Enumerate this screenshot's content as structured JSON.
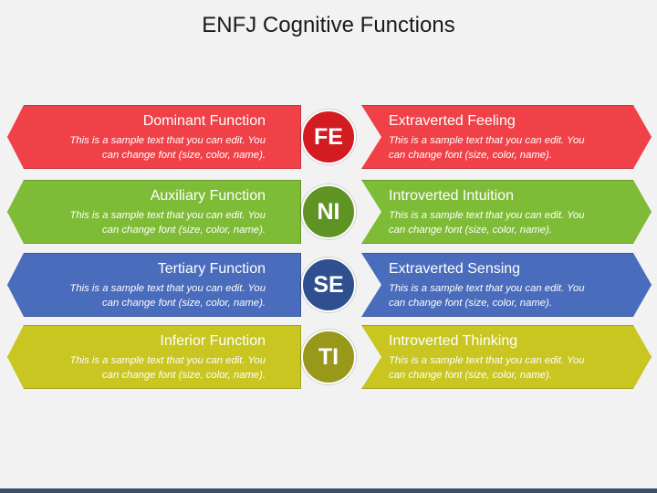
{
  "title": "ENFJ Cognitive Functions",
  "rows": [
    {
      "code": "FE",
      "left_heading": "Dominant Function",
      "right_heading": "Extraverted Feeling",
      "body_line1": "This is a sample text that you can edit. You",
      "body_line2": "can change font (size, color, name).",
      "banner_color": "#f04149",
      "circle_color": "#d31c22"
    },
    {
      "code": "NI",
      "left_heading": "Auxiliary Function",
      "right_heading": "Introverted Intuition",
      "body_line1": "This is a sample text that you can edit. You",
      "body_line2": "can change font (size, color, name).",
      "banner_color": "#7ebc38",
      "circle_color": "#5f9424"
    },
    {
      "code": "SE",
      "left_heading": "Tertiary Function",
      "right_heading": "Extraverted Sensing",
      "body_line1": "This is a sample text that you can edit. You",
      "body_line2": "can change font (size, color, name).",
      "banner_color": "#4a6cbc",
      "circle_color": "#2f4f8e"
    },
    {
      "code": "TI",
      "left_heading": "Inferior Function",
      "right_heading": "Introverted Thinking",
      "body_line1": "This is a sample text that you can edit. You",
      "body_line2": "can change font (size, color, name).",
      "banner_color": "#c9c621",
      "circle_color": "#98981a"
    }
  ],
  "footer_color": "#3f5168"
}
